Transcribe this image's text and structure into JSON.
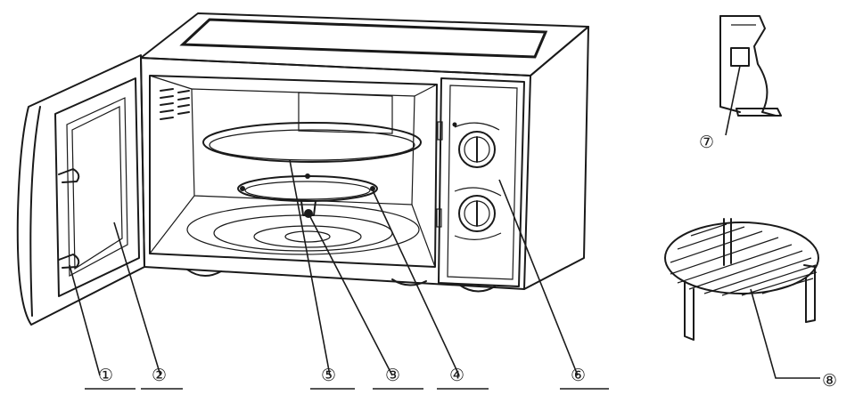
{
  "diagram": {
    "callouts": [
      {
        "id": "1",
        "label": "①"
      },
      {
        "id": "2",
        "label": "②"
      },
      {
        "id": "5",
        "label": "⑤"
      },
      {
        "id": "3",
        "label": "③"
      },
      {
        "id": "4",
        "label": "④"
      },
      {
        "id": "6",
        "label": "⑥"
      },
      {
        "id": "7",
        "label": "⑦"
      },
      {
        "id": "8",
        "label": "⑧"
      }
    ]
  }
}
